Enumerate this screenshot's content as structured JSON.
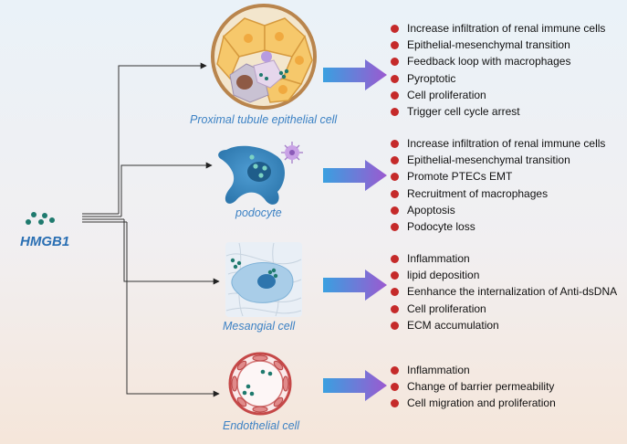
{
  "source": {
    "label": "HMGB1"
  },
  "cells": [
    {
      "id": "proximal-tubule",
      "label": "Proximal tubule epithelial cell",
      "effects": [
        "Increase infiltration of renal immune cells",
        "Epithelial-mesenchymal transition",
        "Feedback loop with macrophages",
        "Pyroptotic",
        "Cell proliferation",
        "Trigger cell cycle arrest"
      ]
    },
    {
      "id": "podocyte",
      "label": "podocyte",
      "effects": [
        "Increase infiltration of renal immune cells",
        "Epithelial-mesenchymal transition",
        "Promote PTECs EMT",
        "Recruitment of macrophages",
        "Apoptosis",
        "Podocyte loss"
      ]
    },
    {
      "id": "mesangial",
      "label": "Mesangial cell",
      "effects": [
        "Inflammation",
        "lipid deposition",
        "Eenhance the internalization of Anti-dsDNA",
        "Cell proliferation",
        "ECM accumulation"
      ]
    },
    {
      "id": "endothelial",
      "label": "Endothelial cell",
      "effects": [
        "Inflammation",
        "Change of barrier permeability",
        "Cell migration and proliferation"
      ]
    }
  ],
  "colors": {
    "bullet": "#c52a2a",
    "label": "#3d82c4",
    "source": "#2a6fb3",
    "arrow_start": "#3aa0e0",
    "arrow_end": "#9b59d0",
    "dots": "#1f7a6e"
  }
}
